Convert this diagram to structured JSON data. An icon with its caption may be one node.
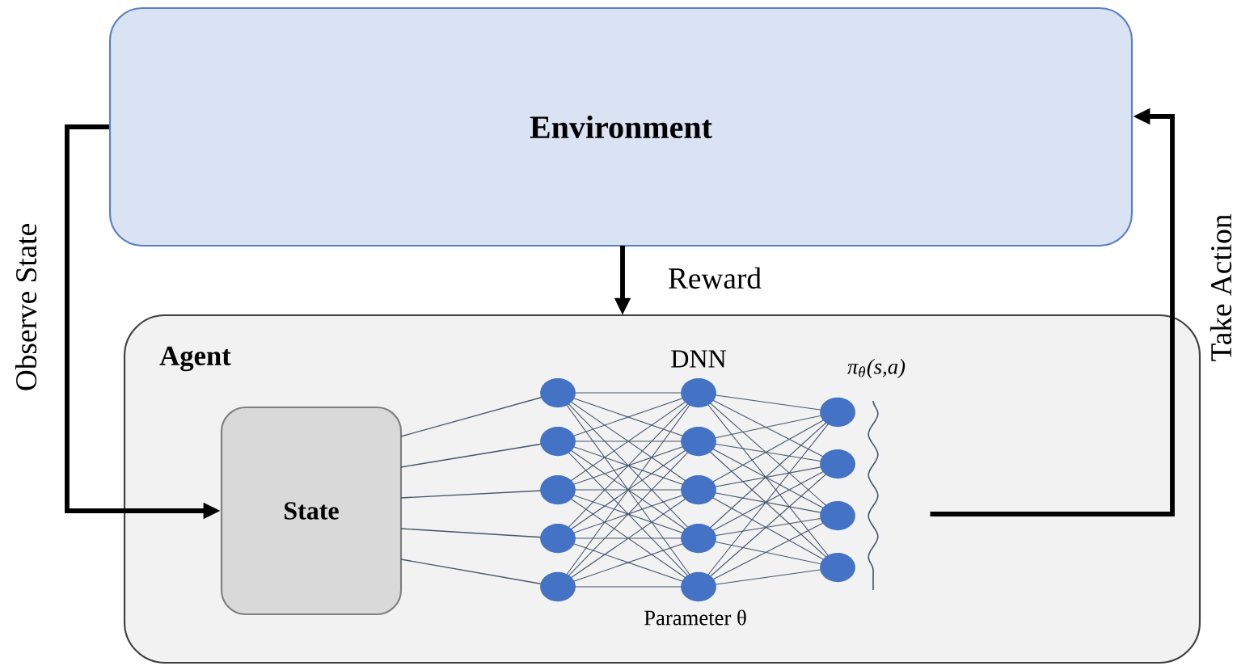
{
  "diagram": {
    "nodes": [
      {
        "text": [
          "Environment"
        ]
      },
      {
        "text": [
          "Agent"
        ]
      },
      {
        "text": [
          "State"
        ],
        "in": 1
      },
      {
        "text": [
          "DNN",
          "π$_{θ}$(s,a)",
          "Parameter θ"
        ],
        "in": 1
      }
    ],
    "edges": [
      {
        "from": 0,
        "to": 2,
        "arrow": "to",
        "label": "Observe State"
      },
      {
        "from": 0,
        "to": 1,
        "arrow": "to",
        "label": "Reward"
      },
      {
        "from": 3,
        "to": 0,
        "arrow": "to",
        "label": "Take Action"
      }
    ]
  }
}
